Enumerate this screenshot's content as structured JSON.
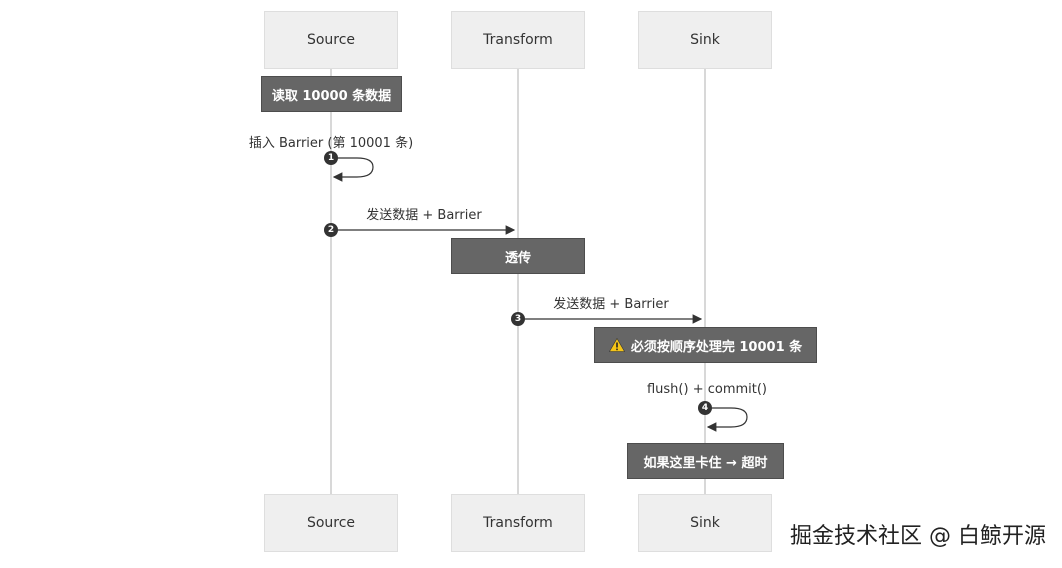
{
  "participants": {
    "source": "Source",
    "transform": "Transform",
    "sink": "Sink"
  },
  "notes": {
    "read": "读取 10000 条数据",
    "passthrough": "透传",
    "must_process": "必须按顺序处理完 10001 条",
    "timeout": "如果这里卡住 → 超时"
  },
  "messages": {
    "m1": {
      "step": "1",
      "label": "插入 Barrier (第 10001 条)"
    },
    "m2": {
      "step": "2",
      "label": "发送数据 + Barrier"
    },
    "m3": {
      "step": "3",
      "label": "发送数据 + Barrier"
    },
    "m4": {
      "step": "4",
      "label": "flush() + commit()"
    }
  },
  "icons": {
    "warning": "warning-icon"
  },
  "colors": {
    "note_bg": "#666666",
    "actor_bg": "#efefef",
    "line": "#333333"
  },
  "watermark": "掘金技术社区 @ 白鲸开源"
}
